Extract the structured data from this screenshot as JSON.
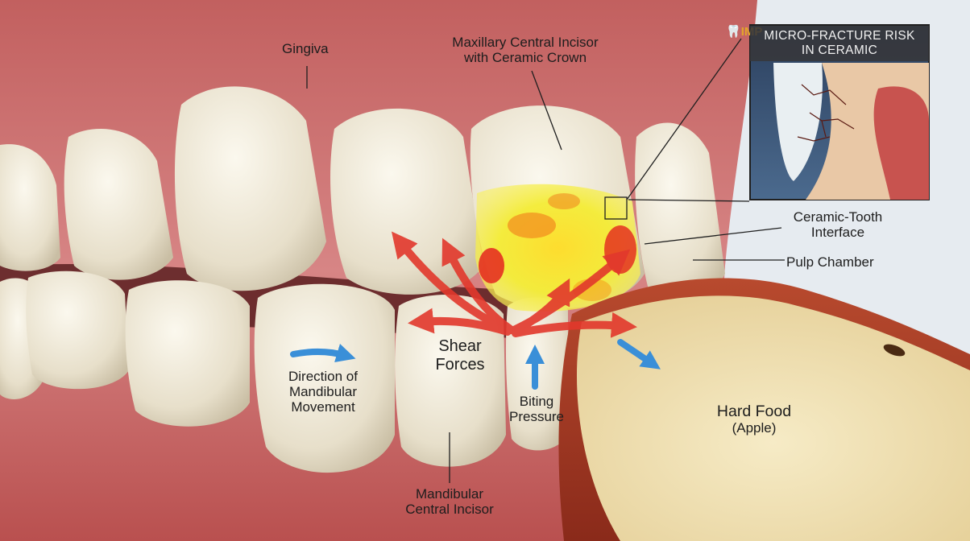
{
  "labels": {
    "gingiva": "Gingiva",
    "max_incisor_line1": "Maxillary Central Incisor",
    "max_incisor_line2": "with Ceramic Crown",
    "interface_line1": "Ceramic-Tooth",
    "interface_line2": "Interface",
    "pulp_chamber": "Pulp Chamber",
    "shear_line1": "Shear",
    "shear_line2": "Forces",
    "movement_line1": "Direction of",
    "movement_line2": "Mandibular",
    "movement_line3": "Movement",
    "biting_line1": "Biting",
    "biting_line2": "Pressure",
    "hard_food_line1": "Hard Food",
    "hard_food_line2": "(Apple)",
    "mand_incisor_line1": "Mandibular",
    "mand_incisor_line2": "Central Incisor"
  },
  "inset": {
    "title_line1": "MICRO-FRACTURE RISK",
    "title_line2": "IN CERAMIC"
  },
  "logo": {
    "mark": "IMP",
    "icon": "tooth-logo-icon"
  },
  "colors": {
    "gum": "#c8696a",
    "tooth": "#ebe3d0",
    "heat_yellow": "#f5ee2a",
    "heat_red": "#e4261e",
    "force_arrow": "#e0342a",
    "movement_arrow": "#3a8fd8",
    "apple_skin": "#b23a26",
    "apple_flesh": "#efe0b6",
    "inset_bg": "#2f4563"
  }
}
